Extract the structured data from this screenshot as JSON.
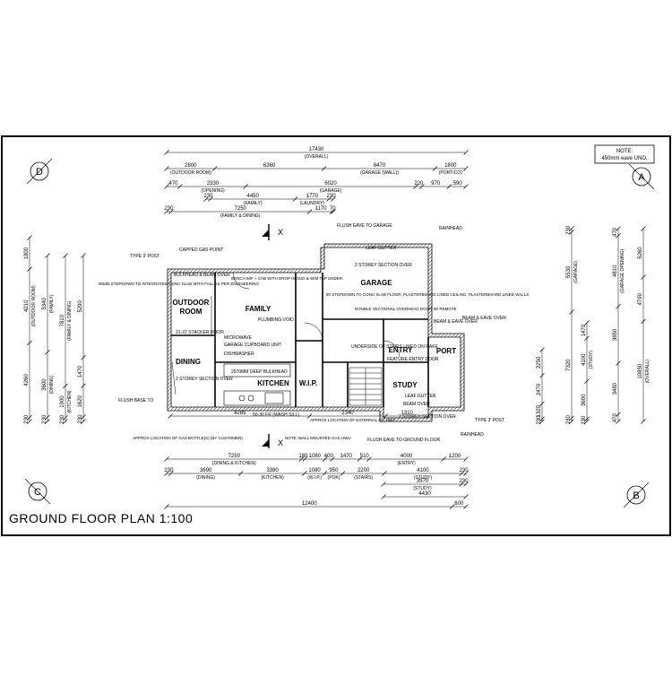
{
  "drawing": {
    "title": "GROUND FLOOR PLAN 1:100",
    "note_heading": "NOTE:",
    "note_text": "450mm eave UNO.",
    "grid_markers": [
      "D",
      "A",
      "C",
      "B"
    ],
    "section_marker": "X"
  },
  "rooms": {
    "outdoor": [
      "OUTDOOR",
      "ROOM"
    ],
    "family": "FAMILY",
    "garage": "GARAGE",
    "dining": "DINING",
    "kitchen": "KITCHEN",
    "wip": "W.I.P.",
    "entry": "ENTRY",
    "porch": "PORT",
    "study": "STUDY"
  },
  "dims_top": {
    "overall_value": "17430",
    "overall_label": "(OVERALL)",
    "r1": [
      {
        "v": "2800",
        "l": "(OUTDOOR ROOM)"
      },
      {
        "v": "6360",
        "l": ""
      },
      {
        "v": "6470",
        "l": "(GARAGE (WALL))"
      },
      {
        "v": "1800",
        "l": "(PORTICO)"
      }
    ],
    "r2": [
      {
        "v": "470",
        "l": ""
      },
      {
        "v": "2330",
        "l": "(OPENING)"
      },
      {
        "v": "6020",
        "l": "(GARAGE)"
      },
      {
        "v": "220",
        "l": ""
      },
      {
        "v": "970",
        "l": ""
      },
      {
        "v": "590",
        "l": ""
      }
    ],
    "r3": [
      {
        "v": "230",
        "l": ""
      },
      {
        "v": "4450",
        "l": "(FAMILY)"
      },
      {
        "v": "1770",
        "l": "(LAUNDRY)"
      },
      {
        "v": "230",
        "l": ""
      }
    ],
    "r4": [
      {
        "v": "230",
        "l": ""
      },
      {
        "v": "7250",
        "l": "(FAMILY & DINING)"
      },
      {
        "v": "1170",
        "l": ""
      },
      {
        "v": "70",
        "l": ""
      }
    ]
  },
  "dims_bottom": {
    "b1": [
      {
        "v": "4285",
        "l": ""
      },
      {
        "v": "2340",
        "l": ""
      },
      {
        "v": "1310",
        "l": ""
      }
    ],
    "b2": [
      {
        "v": "7250",
        "l": "(DINING & KITCHEN)"
      },
      {
        "v": "180",
        "l": ""
      },
      {
        "v": "1080",
        "l": ""
      },
      {
        "v": "400",
        "l": ""
      },
      {
        "v": "1470",
        "l": ""
      },
      {
        "v": "510",
        "l": ""
      },
      {
        "v": "4000",
        "l": "(ENTRY)"
      },
      {
        "v": "1200",
        "l": ""
      }
    ],
    "b3": [
      {
        "v": "230",
        "l": ""
      },
      {
        "v": "3690",
        "l": "(DINING)"
      },
      {
        "v": "3380",
        "l": "(KITCHEN)"
      },
      {
        "v": "1080",
        "l": "(W.I.P.)"
      },
      {
        "v": "950",
        "l": "(POK)"
      },
      {
        "v": "2200",
        "l": "(STAIRS)"
      },
      {
        "v": "4100",
        "l": "(STUDY)"
      },
      {
        "v": "230",
        "l": ""
      }
    ],
    "b4": [
      {
        "v": "3970",
        "l": "(STUDY)"
      },
      {
        "v": "230",
        "l": ""
      }
    ],
    "b5": [
      {
        "v": "4430",
        "l": ""
      }
    ],
    "b6": [
      {
        "v": "12400",
        "l": ""
      },
      {
        "v": "600",
        "l": ""
      }
    ]
  },
  "dims_left": {
    "l1": [
      {
        "v": "1800",
        "l": ""
      },
      {
        "v": "4210",
        "l": "(OUTDOOR ROOM)"
      },
      {
        "v": "4260",
        "l": ""
      },
      {
        "v": "230",
        "l": ""
      }
    ],
    "l2": [
      {
        "v": "5340",
        "l": "(FAMILY)"
      },
      {
        "v": "3600",
        "l": "(DINING)"
      },
      {
        "v": "230",
        "l": ""
      }
    ],
    "l3": [
      {
        "v": "7810",
        "l": "(FAMILY & DINING)"
      },
      {
        "v": "1900",
        "l": "(KITCHEN)"
      },
      {
        "v": "230",
        "l": ""
      }
    ],
    "l4": [
      {
        "v": "5290",
        "l": ""
      },
      {
        "v": "1470",
        "l": ""
      },
      {
        "v": "1620",
        "l": ""
      },
      {
        "v": "230",
        "l": ""
      }
    ]
  },
  "dims_right": {
    "r1": [
      {
        "v": "230",
        "l": ""
      },
      {
        "v": "5530",
        "l": "(GARAGE)"
      },
      {
        "v": "7320",
        "l": ""
      },
      {
        "v": "230",
        "l": ""
      }
    ],
    "r2": [
      {
        "v": "2250",
        "l": ""
      },
      {
        "v": "2470",
        "l": ""
      },
      {
        "v": "1320",
        "l": ""
      },
      {
        "v": "230",
        "l": ""
      }
    ],
    "r3": [
      {
        "v": "1470",
        "l": ""
      },
      {
        "v": "4100",
        "l": "(STUDY)"
      },
      {
        "v": "3600",
        "l": ""
      },
      {
        "v": "230",
        "l": ""
      }
    ],
    "r4": [
      {
        "v": "470",
        "l": ""
      },
      {
        "v": "4810",
        "l": "(GARAGE OPENING)"
      },
      {
        "v": "3850",
        "l": ""
      },
      {
        "v": "3480",
        "l": ""
      },
      {
        "v": "470",
        "l": ""
      }
    ],
    "r5": [
      {
        "v": "5260",
        "l": ""
      },
      {
        "v": "4790",
        "l": ""
      },
      {
        "v": "10850",
        "l": "(OVERALL)"
      }
    ]
  },
  "notes": {
    "flush_eave_garage": "FLUSH EAVE TO GARAGE",
    "rainhead_top": "RAINHEAD",
    "leaf_gutter_top": "LEAF GUTTER",
    "type_post": "TYPE 3' POST",
    "capped_gas": "CAPPED GAS POINT",
    "bulkhead": "BULKHEAD & BEAM OVER",
    "stepdown_outdoor": "86MM STEPDOWN TO INTEGRATED CONC SLAB WITH FALL AS PER ENGINEERING",
    "bench": "BENCH 50F + CAB WITH DROP IN SUD & W/M TAP UNDER",
    "plumbing_void": "PLUMBING VOID",
    "two_storey_garage": "2 STOREY SECTION OVER",
    "garage_notes": "90 STEPDOWN TO CONC SLAB FLOOR, PLASTERBOARD LINED CEILING, PLASTERBOARD LINED WALLS",
    "overhead_door": "DOUBLE SECTIONAL OVERHEAD DOOR W/ REMOTE",
    "beam_over": "BEAM & EAVE OVER",
    "stacker": "21-22 STACKER DOOR",
    "microwave": "MICROWAVE",
    "garage_cupboard": "GARAGE CUPBOARD UNIT",
    "dishwasher": "DISHWASHER",
    "bulkhead_deep": "2970MM DEEP BULKHEAD",
    "wash_sill": "56-30 FR (WASH SILL)",
    "understairs": "UNDERSIDE OF STAIRS LINED ON RAKE",
    "feature_door": "FEATURE ENTRY DOOR",
    "two_storey_dining": "2 STOREY SECTION OVER",
    "flush_base_top": "FLUSH BASE TO",
    "gas_bottles": "APPROX LOCATION OF GAS BOTTLE(S) (BY CUSTOMER)",
    "wall_gas_hwu": "NOTE: WALL MOUNTED GAS HWU",
    "ac_unit": "APPROX LOCATION OF EXTERNAL A/C UNIT",
    "flush_eave_ground": "FLUSH EAVE TO GROUND FLOOR",
    "leaf_gutter_study": "LEAF GUTTER",
    "two_storey_study": "2 STOREY SECTION OVER",
    "beam_over_study": "BEAM OVER",
    "rainhead_bottom": "RAINHEAD",
    "bedroom_wall": "BEAM & EAVE OVER",
    "type_post_right": "TYPE 3' POST"
  }
}
